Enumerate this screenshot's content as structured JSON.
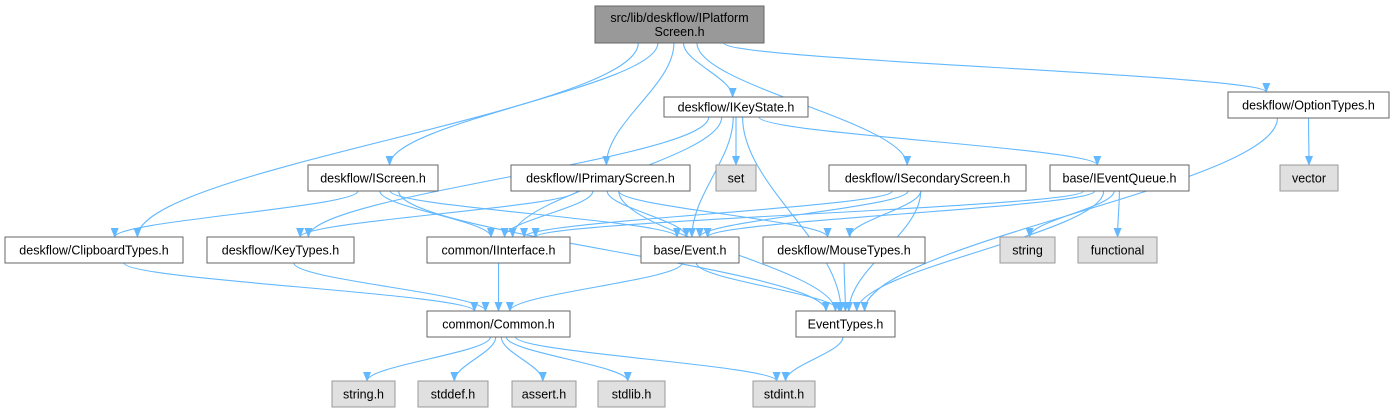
{
  "colors": {
    "edge": "#63b8ff",
    "node_border": "#666666",
    "node_fill": "#ffffff",
    "root_fill": "#999999",
    "root_border": "#666666",
    "system_fill": "#e0e0e0",
    "system_border": "#999999"
  },
  "nodes": {
    "root": {
      "lines": [
        "src/lib/deskflow/IPlatform",
        "Screen.h"
      ],
      "kind": "root"
    },
    "ikeystate": {
      "lines": [
        "deskflow/IKeyState.h"
      ],
      "kind": "normal"
    },
    "optiontypes": {
      "lines": [
        "deskflow/OptionTypes.h"
      ],
      "kind": "normal"
    },
    "iscreen": {
      "lines": [
        "deskflow/IScreen.h"
      ],
      "kind": "normal"
    },
    "iprimaryscreen": {
      "lines": [
        "deskflow/IPrimaryScreen.h"
      ],
      "kind": "normal"
    },
    "set": {
      "lines": [
        "set"
      ],
      "kind": "system"
    },
    "isecondaryscreen": {
      "lines": [
        "deskflow/ISecondaryScreen.h"
      ],
      "kind": "normal"
    },
    "ieventqueue": {
      "lines": [
        "base/IEventQueue.h"
      ],
      "kind": "normal"
    },
    "vector": {
      "lines": [
        "vector"
      ],
      "kind": "system"
    },
    "clipboardtypes": {
      "lines": [
        "deskflow/ClipboardTypes.h"
      ],
      "kind": "normal"
    },
    "keytypes": {
      "lines": [
        "deskflow/KeyTypes.h"
      ],
      "kind": "normal"
    },
    "iinterface": {
      "lines": [
        "common/IInterface.h"
      ],
      "kind": "normal"
    },
    "event": {
      "lines": [
        "base/Event.h"
      ],
      "kind": "normal"
    },
    "mousetypes": {
      "lines": [
        "deskflow/MouseTypes.h"
      ],
      "kind": "normal"
    },
    "string": {
      "lines": [
        "string"
      ],
      "kind": "system"
    },
    "functional": {
      "lines": [
        "functional"
      ],
      "kind": "system"
    },
    "common": {
      "lines": [
        "common/Common.h"
      ],
      "kind": "normal"
    },
    "eventtypes": {
      "lines": [
        "EventTypes.h"
      ],
      "kind": "normal"
    },
    "stringh": {
      "lines": [
        "string.h"
      ],
      "kind": "system"
    },
    "stddef": {
      "lines": [
        "stddef.h"
      ],
      "kind": "system"
    },
    "assert": {
      "lines": [
        "assert.h"
      ],
      "kind": "system"
    },
    "stdlib": {
      "lines": [
        "stdlib.h"
      ],
      "kind": "system"
    },
    "stdint": {
      "lines": [
        "stdint.h"
      ],
      "kind": "system"
    }
  },
  "edges": [
    [
      "root",
      "ikeystate"
    ],
    [
      "root",
      "optiontypes"
    ],
    [
      "root",
      "iscreen"
    ],
    [
      "root",
      "iprimaryscreen"
    ],
    [
      "root",
      "isecondaryscreen"
    ],
    [
      "root",
      "clipboardtypes"
    ],
    [
      "ikeystate",
      "keytypes"
    ],
    [
      "ikeystate",
      "set"
    ],
    [
      "ikeystate",
      "ieventqueue"
    ],
    [
      "ikeystate",
      "iinterface"
    ],
    [
      "ikeystate",
      "event"
    ],
    [
      "ikeystate",
      "eventtypes"
    ],
    [
      "optiontypes",
      "vector"
    ],
    [
      "optiontypes",
      "eventtypes"
    ],
    [
      "iscreen",
      "clipboardtypes"
    ],
    [
      "iscreen",
      "iinterface"
    ],
    [
      "iscreen",
      "event"
    ],
    [
      "iscreen",
      "eventtypes"
    ],
    [
      "iprimaryscreen",
      "keytypes"
    ],
    [
      "iprimaryscreen",
      "iinterface"
    ],
    [
      "iprimaryscreen",
      "event"
    ],
    [
      "iprimaryscreen",
      "mousetypes"
    ],
    [
      "iprimaryscreen",
      "eventtypes"
    ],
    [
      "isecondaryscreen",
      "iinterface"
    ],
    [
      "isecondaryscreen",
      "event"
    ],
    [
      "isecondaryscreen",
      "mousetypes"
    ],
    [
      "isecondaryscreen",
      "eventtypes"
    ],
    [
      "ieventqueue",
      "iinterface"
    ],
    [
      "ieventqueue",
      "event"
    ],
    [
      "ieventqueue",
      "string"
    ],
    [
      "ieventqueue",
      "functional"
    ],
    [
      "ieventqueue",
      "eventtypes"
    ],
    [
      "clipboardtypes",
      "common"
    ],
    [
      "keytypes",
      "common"
    ],
    [
      "iinterface",
      "common"
    ],
    [
      "event",
      "common"
    ],
    [
      "event",
      "eventtypes"
    ],
    [
      "mousetypes",
      "eventtypes"
    ],
    [
      "common",
      "stringh"
    ],
    [
      "common",
      "stddef"
    ],
    [
      "common",
      "assert"
    ],
    [
      "common",
      "stdlib"
    ],
    [
      "common",
      "stdint"
    ],
    [
      "eventtypes",
      "stdint"
    ]
  ]
}
